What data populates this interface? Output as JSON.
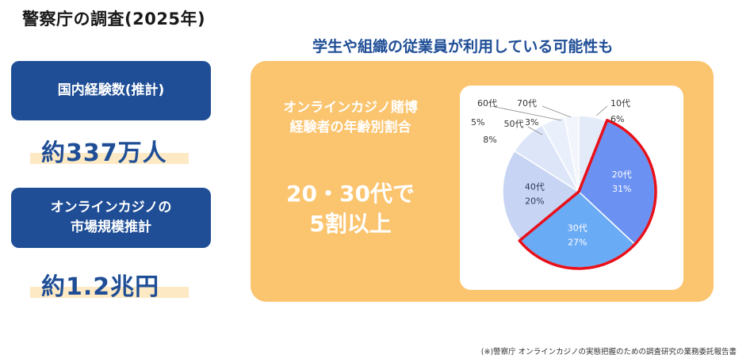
{
  "page_title": "警察庁の調査(2025年)",
  "stat_boxes": [
    {
      "label": "国内経験数(推計)",
      "value": "約337万人"
    },
    {
      "label": "オンラインカジノの\n市場規模推計",
      "value": "約1.2兆円"
    }
  ],
  "headline": "学生や組織の従業員が利用している可能性も",
  "chart_panel": {
    "title": "オンラインカジノ賭博\n経験者の年齢別割合",
    "highlight": "20・30代で\n5割以上"
  },
  "footnote": "(※)警察庁 オンラインカジノの実態把握のための調査研究の業務委託報告書",
  "chart_data": {
    "type": "pie",
    "title": "オンラインカジノ賭博経験者の年齢別割合",
    "categories": [
      "10代",
      "20代",
      "30代",
      "40代",
      "50代",
      "60代",
      "70代"
    ],
    "values": [
      6,
      31,
      27,
      20,
      8,
      5,
      3
    ],
    "value_labels": [
      "6%",
      "31%",
      "27%",
      "20%",
      "8%",
      "5%",
      "3%"
    ],
    "colors": [
      "#e4ebf8",
      "#6b92f2",
      "#6aabf5",
      "#c8d4f4",
      "#dde6f8",
      "#eaf0fb",
      "#f2f5fc"
    ],
    "highlighted": [
      "20代",
      "30代"
    ],
    "highlight_color": "#e8101a",
    "legend": "none"
  }
}
